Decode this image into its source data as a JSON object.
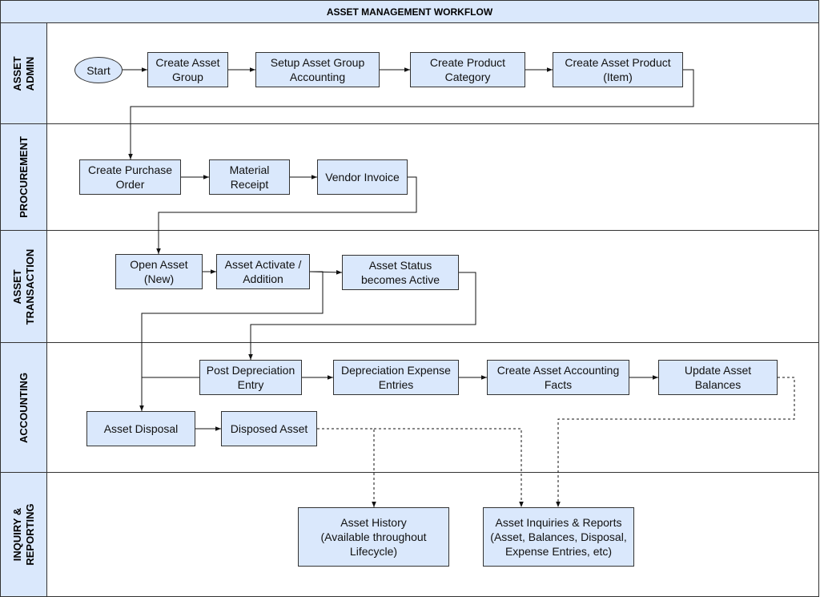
{
  "title": "ASSET MANAGEMENT WORKFLOW",
  "lanes": {
    "asset_admin": "ASSET ADMIN",
    "procurement": "PROCUREMENT",
    "asset_transaction": "ASSET\nTRANSACTION",
    "accounting": "ACCOUNTING",
    "inquiry_reporting": "INQUIRY &\nREPORTING"
  },
  "nodes": {
    "start": "Start",
    "create_asset_group": "Create Asset\nGroup",
    "setup_asset_group_accounting": "Setup Asset Group\nAccounting",
    "create_product_category": "Create Product\nCategory",
    "create_asset_product": "Create Asset Product\n(Item)",
    "create_purchase_order": "Create Purchase\nOrder",
    "material_receipt": "Material\nReceipt",
    "vendor_invoice": "Vendor Invoice",
    "open_asset": "Open Asset\n(New)",
    "asset_activate": "Asset Activate /\nAddition",
    "asset_status_active": "Asset Status\nbecomes Active",
    "post_depreciation_entry": "Post Depreciation\nEntry",
    "depreciation_expense_entries": "Depreciation Expense\nEntries",
    "create_asset_accounting_facts": "Create Asset Accounting\nFacts",
    "update_asset_balances": "Update Asset\nBalances",
    "asset_disposal": "Asset Disposal",
    "disposed_asset": "Disposed Asset",
    "asset_history": "Asset History\n(Available throughout\nLifecycle)",
    "asset_inquiries_reports": "Asset Inquiries & Reports\n(Asset, Balances, Disposal,\nExpense Entries, etc)"
  },
  "colors": {
    "node_fill": "#dae8fc",
    "stroke": "#333333"
  }
}
